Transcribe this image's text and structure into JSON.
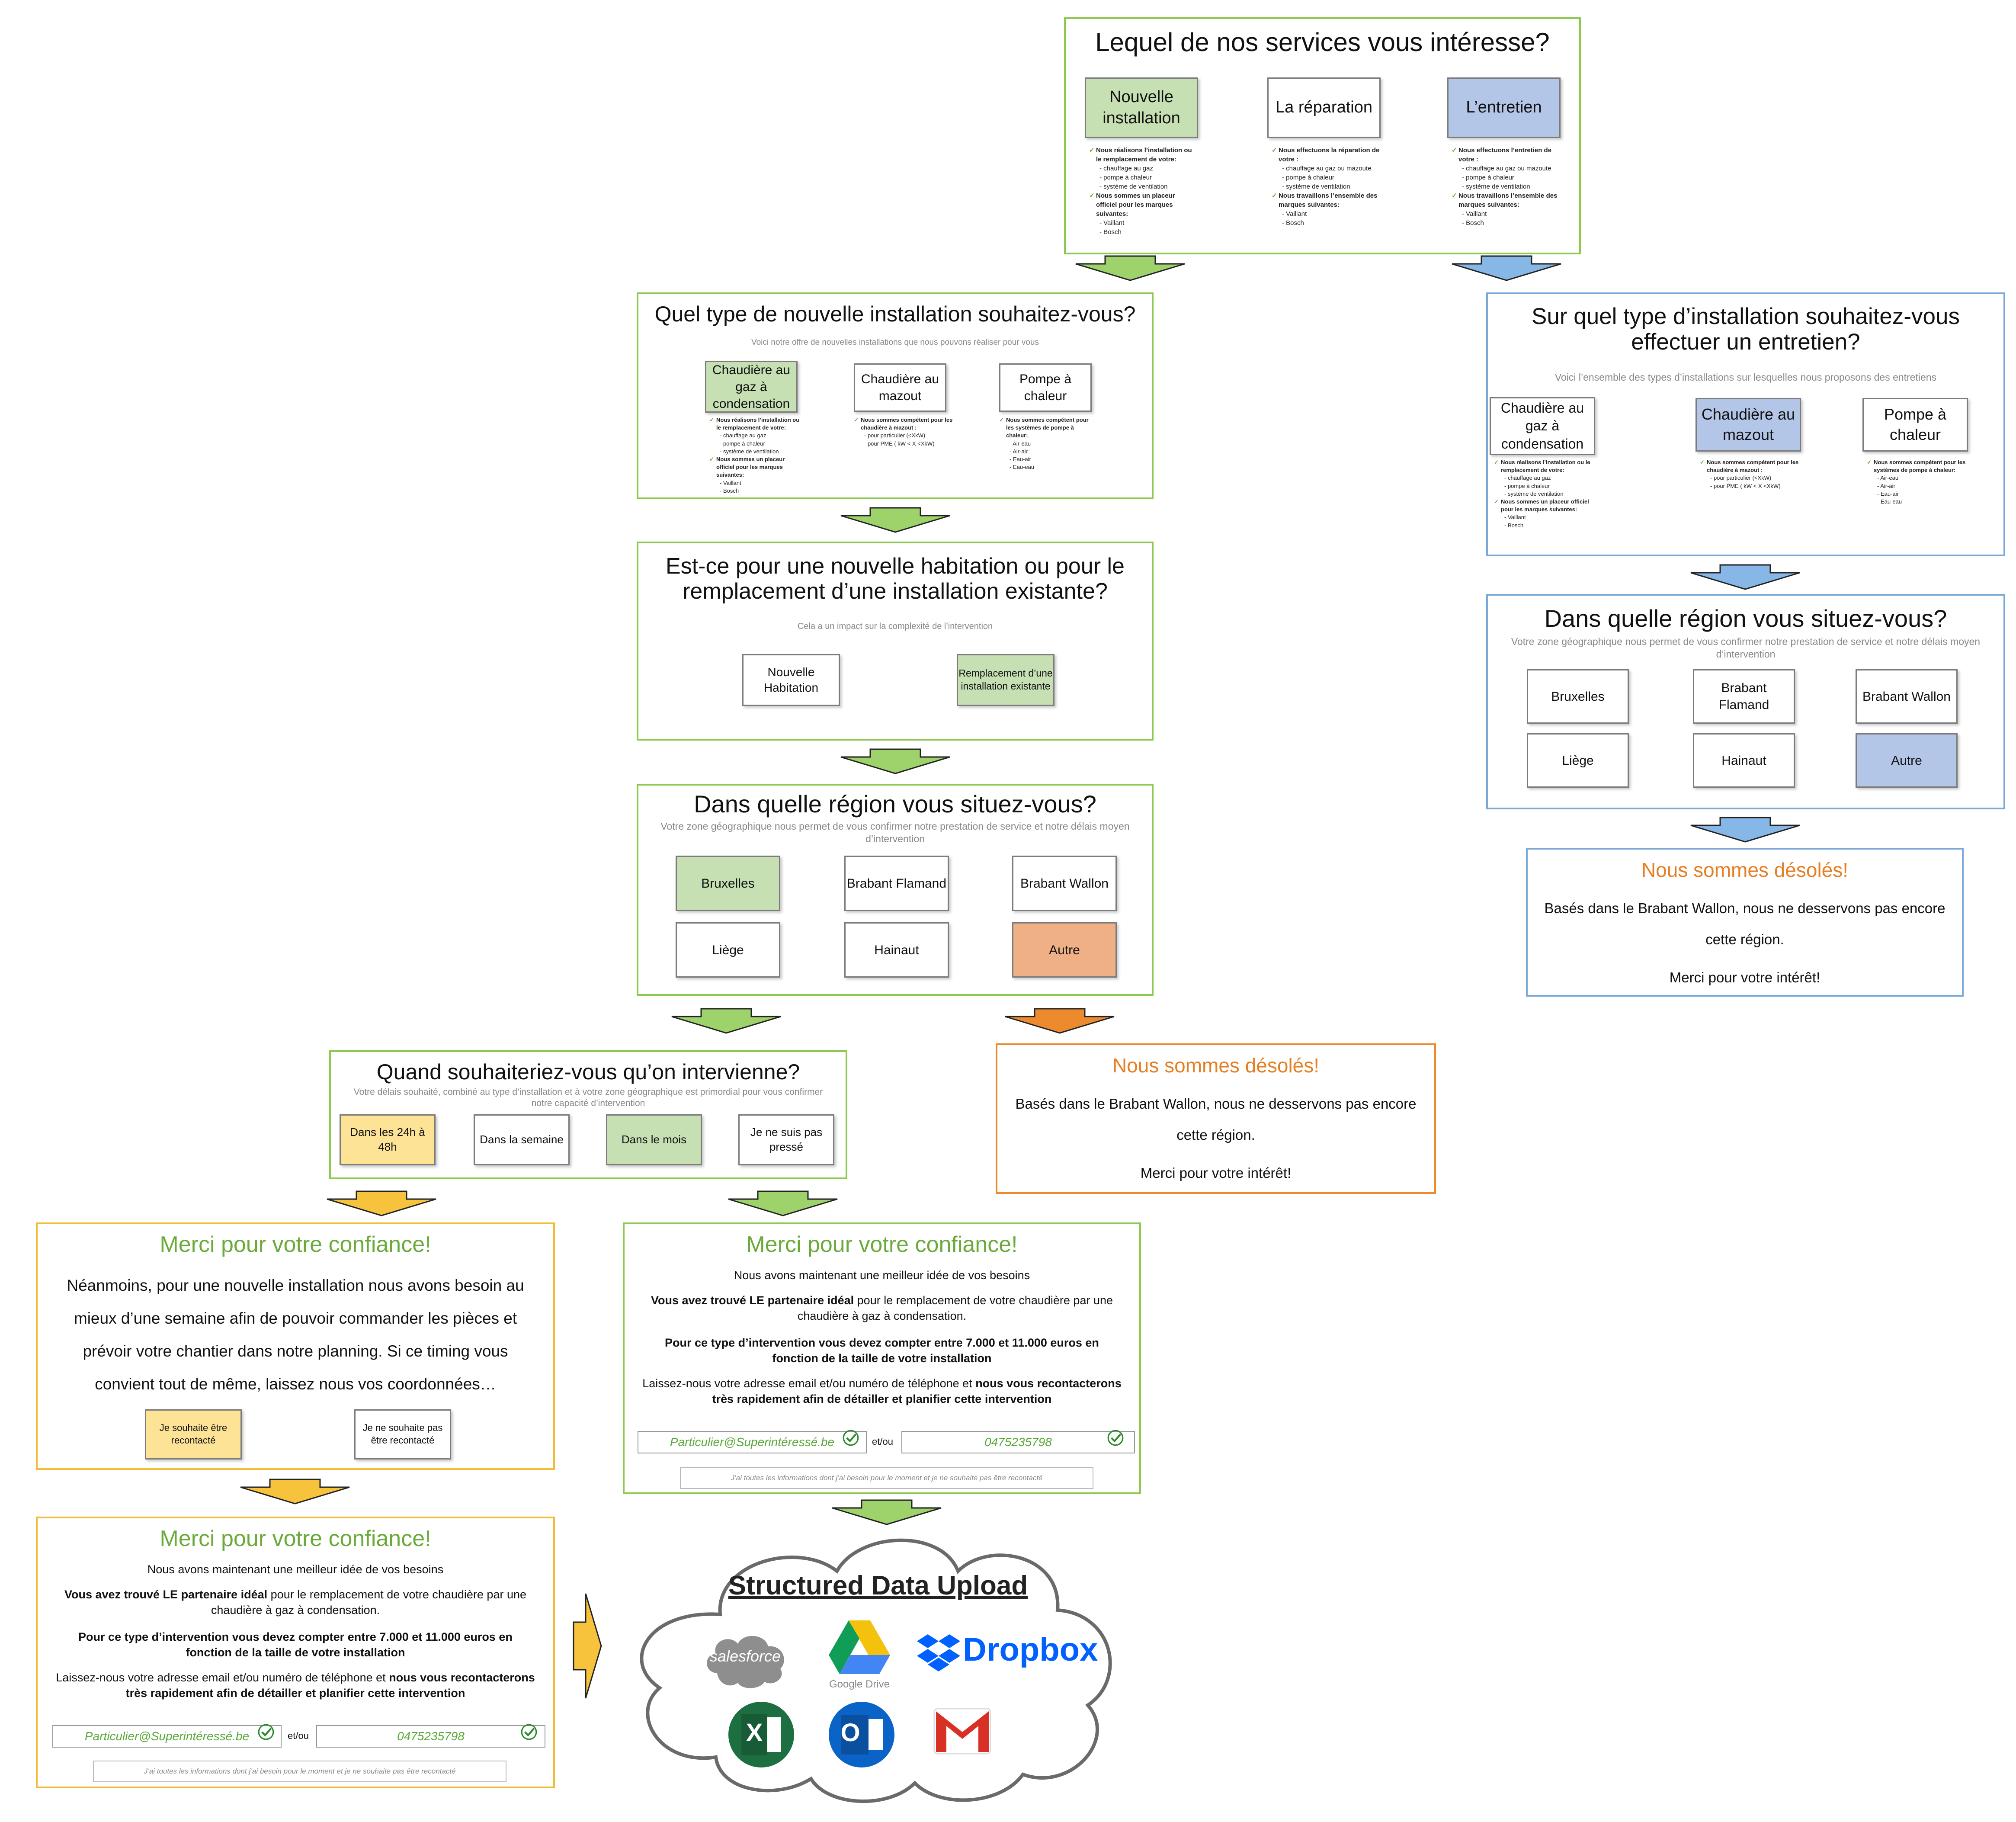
{
  "services": {
    "title": "Lequel de nos services vous intéresse?",
    "options": [
      "Nouvelle installation",
      "La réparation",
      "L’entretien"
    ],
    "details": [
      [
        {
          "t": "Nous réalisons l’installation ou le remplacement de votre:",
          "b": true
        },
        {
          "t": "- chauffage au gaz"
        },
        {
          "t": "- pompe à chaleur"
        },
        {
          "t": "- système de ventilation"
        },
        {
          "t": "Nous sommes un placeur officiel pour les marques suivantes:",
          "b": true
        },
        {
          "t": "- Vaillant"
        },
        {
          "t": "- Bosch"
        }
      ],
      [
        {
          "t": "Nous effectuons la réparation de votre :",
          "b": true
        },
        {
          "t": "- chauffage au gaz ou mazoute"
        },
        {
          "t": "- pompe à chaleur"
        },
        {
          "t": "- système de ventilation"
        },
        {
          "t": "Nous travaillons l’ensemble des marques suivantes:",
          "b": true
        },
        {
          "t": "- Vaillant"
        },
        {
          "t": "- Bosch"
        }
      ],
      [
        {
          "t": "Nous effectuons l’entretien de votre :",
          "b": true
        },
        {
          "t": "- chauffage au gaz ou mazoute"
        },
        {
          "t": "- pompe à chaleur"
        },
        {
          "t": "- système de ventilation"
        },
        {
          "t": "Nous travaillons l’ensemble des marques suivantes:",
          "b": true
        },
        {
          "t": "- Vaillant"
        },
        {
          "t": "- Bosch"
        }
      ]
    ]
  },
  "install_type": {
    "title": "Quel type de nouvelle installation souhaitez-vous?",
    "subtitle": "Voici notre offre de nouvelles installations que nous pouvons réaliser pour vous",
    "options": [
      "Chaudière au gaz à condensation",
      "Chaudière au mazout",
      "Pompe à chaleur"
    ],
    "details": [
      [
        {
          "t": "Nous réalisons l’installation ou le remplacement de votre:",
          "b": true
        },
        {
          "t": "- chauffage au gaz"
        },
        {
          "t": "- pompe à chaleur"
        },
        {
          "t": "- système de ventilation"
        },
        {
          "t": "Nous sommes un placeur officiel pour les marques suivantes:",
          "b": true
        },
        {
          "t": "- Vaillant"
        },
        {
          "t": "- Bosch"
        }
      ],
      [
        {
          "t": "Nous sommes compétent pour les chaudière à mazout :",
          "b": true
        },
        {
          "t": "- pour particulier (<XkW)"
        },
        {
          "t": "- pour PME ( kW < X <XkW)"
        }
      ],
      [
        {
          "t": "Nous sommes compétent pour les systèmes de pompe à chaleur:",
          "b": true
        },
        {
          "t": "- Air-eau"
        },
        {
          "t": "- Air-air"
        },
        {
          "t": "- Eau-air"
        },
        {
          "t": "- Eau-eau"
        }
      ]
    ]
  },
  "maint_type": {
    "title": "Sur quel type d’installation souhaitez-vous effectuer un entretien?",
    "subtitle": "Voici l’ensemble des types d’installations sur lesquelles nous proposons des entretiens",
    "options": [
      "Chaudière au gaz à condensation",
      "Chaudière au mazout",
      "Pompe à chaleur"
    ],
    "details": [
      [
        {
          "t": "Nous réalisons l’installation ou le remplacement de votre:",
          "b": true
        },
        {
          "t": "- chauffage au gaz"
        },
        {
          "t": "- pompe à chaleur"
        },
        {
          "t": "- système de ventilation"
        },
        {
          "t": "Nous sommes un placeur officiel pour les marques suivantes:",
          "b": true
        },
        {
          "t": "- Vaillant"
        },
        {
          "t": "- Bosch"
        }
      ],
      [
        {
          "t": "Nous sommes compétent pour les chaudière à mazout :",
          "b": true
        },
        {
          "t": "- pour particulier (<XkW)"
        },
        {
          "t": "- pour PME ( kW < X <XkW)"
        }
      ],
      [
        {
          "t": "Nous sommes compétent pour les systèmes de pompe à chaleur:",
          "b": true
        },
        {
          "t": "- Air-eau"
        },
        {
          "t": "- Air-air"
        },
        {
          "t": "- Eau-air"
        },
        {
          "t": "- Eau-eau"
        }
      ]
    ]
  },
  "habitation": {
    "title": "Est-ce pour une nouvelle habitation ou pour le remplacement d’une installation existante?",
    "subtitle": "Cela a un impact sur la complexité de l’intervention",
    "options": [
      "Nouvelle Habitation",
      "Remplacement d’une installation existante"
    ]
  },
  "region": {
    "title": "Dans quelle région vous situez-vous?",
    "subtitle": "Votre zone géographique nous permet de vous confirmer notre prestation de service et notre délais moyen  d’intervention",
    "options": [
      "Bruxelles",
      "Brabant Flamand",
      "Brabant Wallon",
      "Liège",
      "Hainaut",
      "Autre"
    ]
  },
  "sorry": {
    "title": "Nous sommes désolés!",
    "line1": "Basés dans le Brabant Wallon, nous ne desservons pas encore",
    "line2": "cette région.",
    "line3": "Merci pour votre intérêt!"
  },
  "timing": {
    "title": "Quand souhaiteriez-vous qu’on intervienne?",
    "subtitle": "Votre délais souhaité, combiné au type d’installation et à votre zone géographique est primordial pour vous confirmer notre capacité d’intervention",
    "options": [
      "Dans les 24h à 48h",
      "Dans la semaine",
      "Dans le mois",
      "Je ne suis pas pressé"
    ]
  },
  "thanks_wait": {
    "title": "Merci pour votre confiance!",
    "text": "Néanmoins, pour une nouvelle installation nous avons besoin au mieux d’une semaine afin de pouvoir commander les pièces et prévoir votre chantier dans notre planning. Si ce timing vous convient tout de même, laissez nous vos coordonnées…",
    "yes": "Je souhaite être recontacté",
    "no": "Je ne souhaite pas être recontacté"
  },
  "thanks": {
    "title": "Merci pour votre confiance!",
    "l1": "Nous avons maintenant une meilleur idée de vos besoins",
    "l2b": "Vous avez trouvé LE partenaire idéal",
    "l2": " pour le remplacement de votre chaudière par une chaudière à gaz à condensation.",
    "l3": "Pour ce type d’intervention vous devez compter entre 7.000 et 11.000 euros en fonction de la taille de votre installation",
    "l4": "Laissez-nous votre adresse email et/ou numéro de téléphone et ",
    "l4b": "nous vous recontacterons très rapidement afin de détailler et planifier cette intervention",
    "email": "Particulier@Superintéressé.be",
    "etou": "et/ou",
    "phone": "0475235798",
    "decline": "J’ai toutes les informations dont j’ai besoin pour le moment et je ne souhaite pas être recontacté"
  },
  "cloud": {
    "title": "Structured Data Upload",
    "salesforce": "salesforce",
    "gdrive": "Google Drive",
    "dropbox": "Dropbox",
    "excel": "X",
    "outlook": "O"
  },
  "colors": {
    "green": "#8dc94f",
    "blue": "#7aa9d8",
    "orange": "#ee8a2e",
    "yellow": "#f2bb38",
    "sel_green": "#c6e0b4",
    "sel_blue": "#b4c6e7",
    "sel_orange": "#f0b086",
    "sel_yellow": "#fde396",
    "accent_green": "#6aaa3a",
    "accent_orange": "#e67e22"
  }
}
